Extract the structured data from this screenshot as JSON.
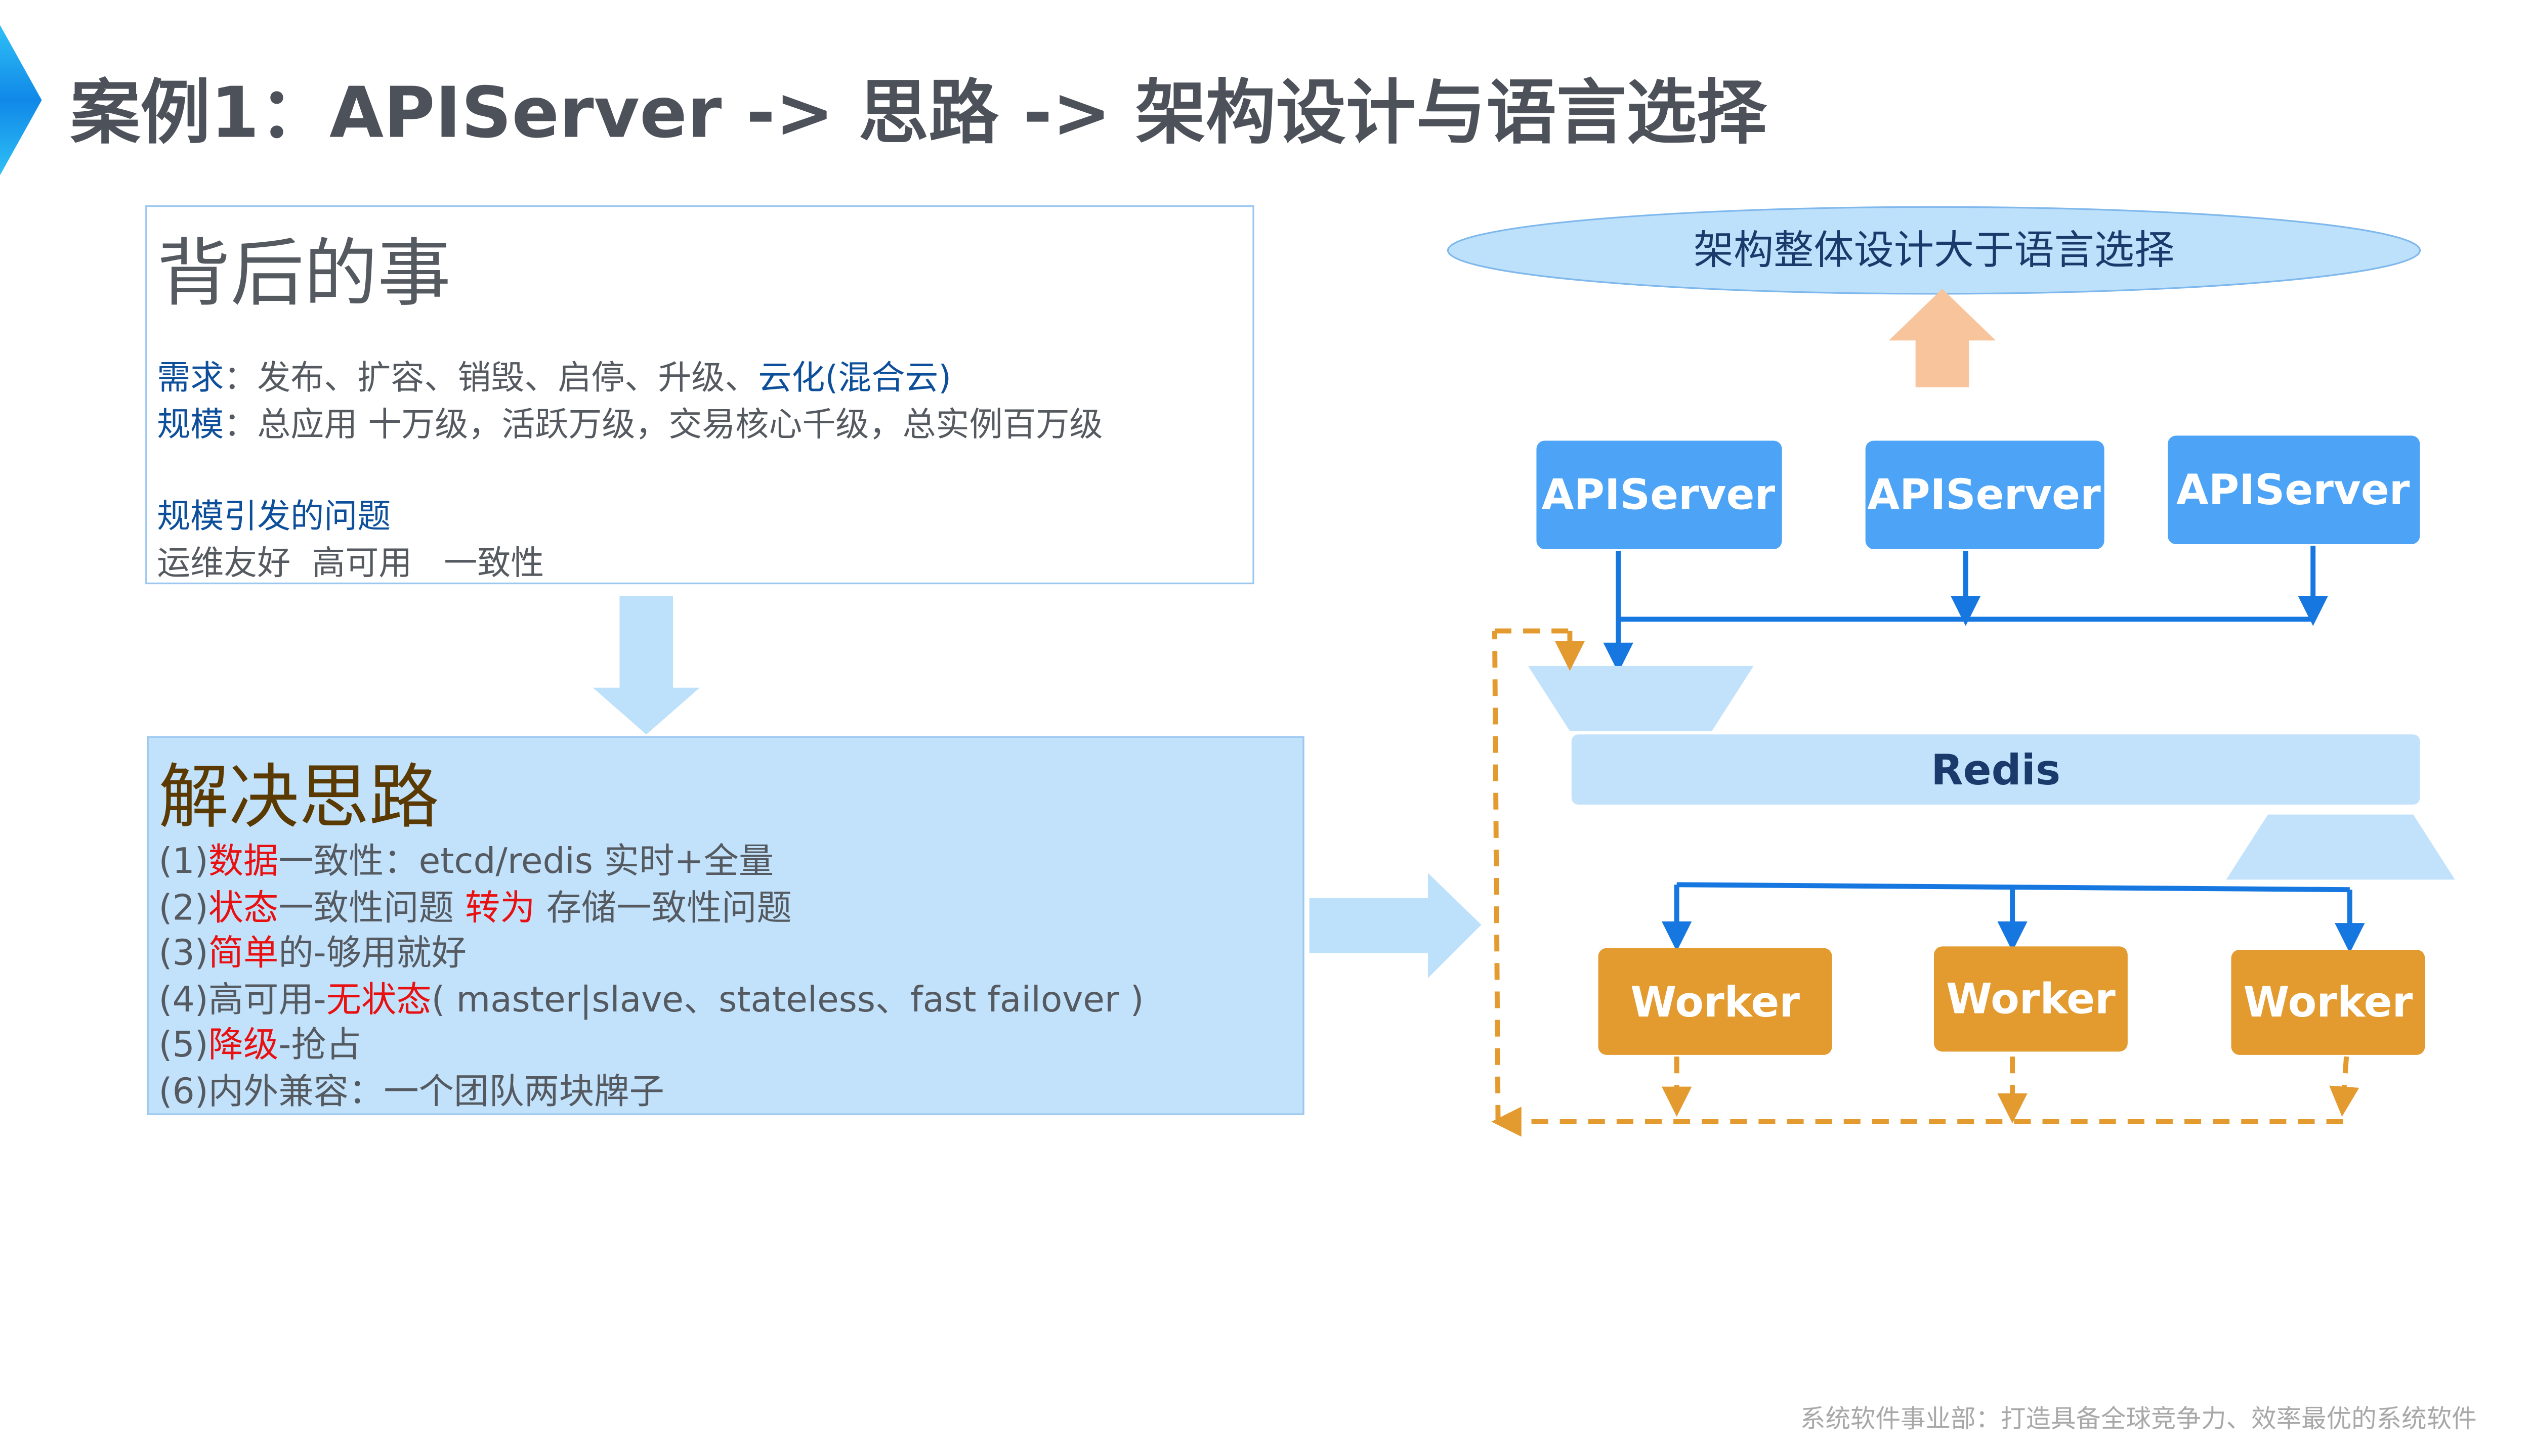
{
  "title": "案例1：APIServer -> 思路 -> 架构设计与语言选择",
  "background_box": {
    "heading": "背后的事",
    "demand_label": "需求",
    "demand_sep": "：",
    "demand_text": "发布、扩容、销毁、启停、升级、",
    "demand_highlight": "云化(混合云)",
    "scale_label": "规模",
    "scale_text": "：总应用 十万级，活跃万级，交易核心千级，总实例百万级",
    "issues_heading": "规模引发的问题",
    "issues_text": "运维友好  高可用   一致性"
  },
  "solution_box": {
    "heading": "解决思路",
    "items": [
      {
        "prefix": "(1)",
        "red": "数据",
        "rest": "一致性：etcd/redis 实时+全量"
      },
      {
        "prefix": "(2)",
        "red": "状态",
        "rest": "一致性问题 ",
        "red2": "转为",
        "rest2": " 存储一致性问题"
      },
      {
        "prefix": "(3)",
        "red": "简单",
        "rest": "的-够用就好"
      },
      {
        "prefix": "(4)高可用-",
        "red": "无状态",
        "rest": "( master|slave、stateless、fast failover )"
      },
      {
        "prefix": "(5)",
        "red": "降级",
        "rest": "-抢占"
      },
      {
        "prefix": "(6)内外兼容：一个团队两块牌子",
        "red": "",
        "rest": ""
      }
    ]
  },
  "diagram": {
    "banner": "架构整体设计大于语言选择",
    "apiservers": [
      "APIServer",
      "APIServer",
      "APIServer"
    ],
    "redis": "Redis",
    "workers": [
      "Worker",
      "Worker",
      "Worker"
    ],
    "colors": {
      "api": "#4da3f5",
      "worker": "#e39a2e",
      "line": "#1677e0",
      "dashed": "#e39a2e",
      "light": "#c2e1fb",
      "up_arrow": "#f8c49c"
    }
  },
  "footer": "系统软件事业部：打造具备全球竞争力、效率最优的系统软件"
}
